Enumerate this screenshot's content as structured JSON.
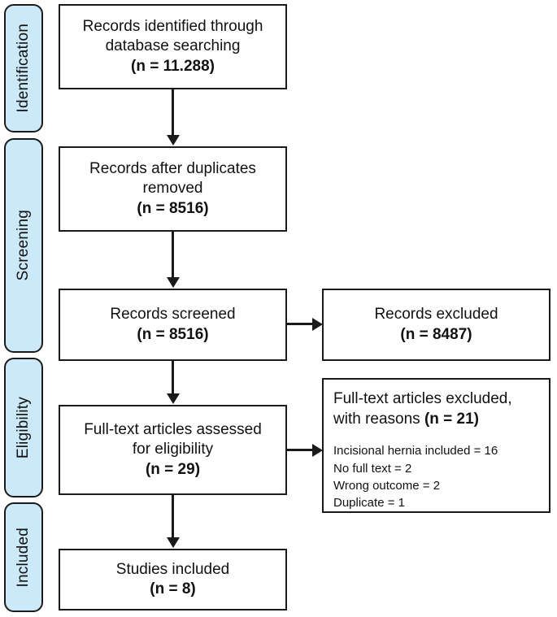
{
  "diagram": {
    "type": "prisma-flow-diagram",
    "title": "PRISMA study selection flow diagram",
    "colors": {
      "stage_fill": "#cce9fa",
      "stroke": "#1a1a1a",
      "box_fill": "#ffffff",
      "text": "#111111"
    }
  },
  "stages": [
    {
      "id": "identification",
      "label": "Identification"
    },
    {
      "id": "screening",
      "label": "Screening"
    },
    {
      "id": "eligibility",
      "label": "Eligibility"
    },
    {
      "id": "included",
      "label": "Included"
    }
  ],
  "boxes": {
    "records_identified": {
      "line1": "Records identified through",
      "line2": "database searching",
      "count": "(n = 11.288)"
    },
    "records_after_duplicates": {
      "line1": "Records after duplicates",
      "line2": "removed",
      "count": "(n = 8516)"
    },
    "records_screened": {
      "line1": "Records screened",
      "count": "(n = 8516)"
    },
    "records_excluded": {
      "line1": "Records excluded",
      "count": "(n = 8487)"
    },
    "fulltext_assessed": {
      "line1": "Full-text articles assessed",
      "line2": "for eligibility",
      "count": "(n = 29)"
    },
    "fulltext_excluded": {
      "heading_line1": "Full-text articles excluded,",
      "heading_line2_prefix": "with reasons ",
      "heading_count": "(n = 21)",
      "reasons": [
        "Incisional hernia included = 16",
        "No full text = 2",
        "Wrong outcome = 2",
        "Duplicate = 1"
      ]
    },
    "studies_included": {
      "line1": "Studies included",
      "count": "(n = 8)"
    }
  },
  "chart_data": {
    "type": "diagram",
    "title": "PRISMA flow of study selection",
    "nodes": [
      {
        "id": "records_identified",
        "stage": "Identification",
        "label": "Records identified through database searching",
        "n": 11288,
        "n_text": "11.288"
      },
      {
        "id": "records_after_duplicates",
        "stage": "Screening",
        "label": "Records after duplicates removed",
        "n": 8516,
        "n_text": "8516"
      },
      {
        "id": "records_screened",
        "stage": "Screening",
        "label": "Records screened",
        "n": 8516,
        "n_text": "8516"
      },
      {
        "id": "records_excluded",
        "stage": "Screening",
        "label": "Records excluded",
        "n": 8487,
        "n_text": "8487"
      },
      {
        "id": "fulltext_assessed",
        "stage": "Eligibility",
        "label": "Full-text articles assessed for eligibility",
        "n": 29,
        "n_text": "29"
      },
      {
        "id": "fulltext_excluded",
        "stage": "Eligibility",
        "label": "Full-text articles excluded, with reasons",
        "n": 21,
        "n_text": "21"
      },
      {
        "id": "studies_included",
        "stage": "Included",
        "label": "Studies included",
        "n": 8,
        "n_text": "8"
      }
    ],
    "edges": [
      {
        "from": "records_identified",
        "to": "records_after_duplicates",
        "direction": "down"
      },
      {
        "from": "records_after_duplicates",
        "to": "records_screened",
        "direction": "down"
      },
      {
        "from": "records_screened",
        "to": "records_excluded",
        "direction": "right"
      },
      {
        "from": "records_screened",
        "to": "fulltext_assessed",
        "direction": "down"
      },
      {
        "from": "fulltext_assessed",
        "to": "fulltext_excluded",
        "direction": "right"
      },
      {
        "from": "fulltext_assessed",
        "to": "studies_included",
        "direction": "down"
      }
    ],
    "exclusion_reasons": [
      {
        "reason": "Incisional hernia included",
        "n": 16
      },
      {
        "reason": "No full text",
        "n": 2
      },
      {
        "reason": "Wrong outcome",
        "n": 2
      },
      {
        "reason": "Duplicate",
        "n": 1
      }
    ]
  }
}
